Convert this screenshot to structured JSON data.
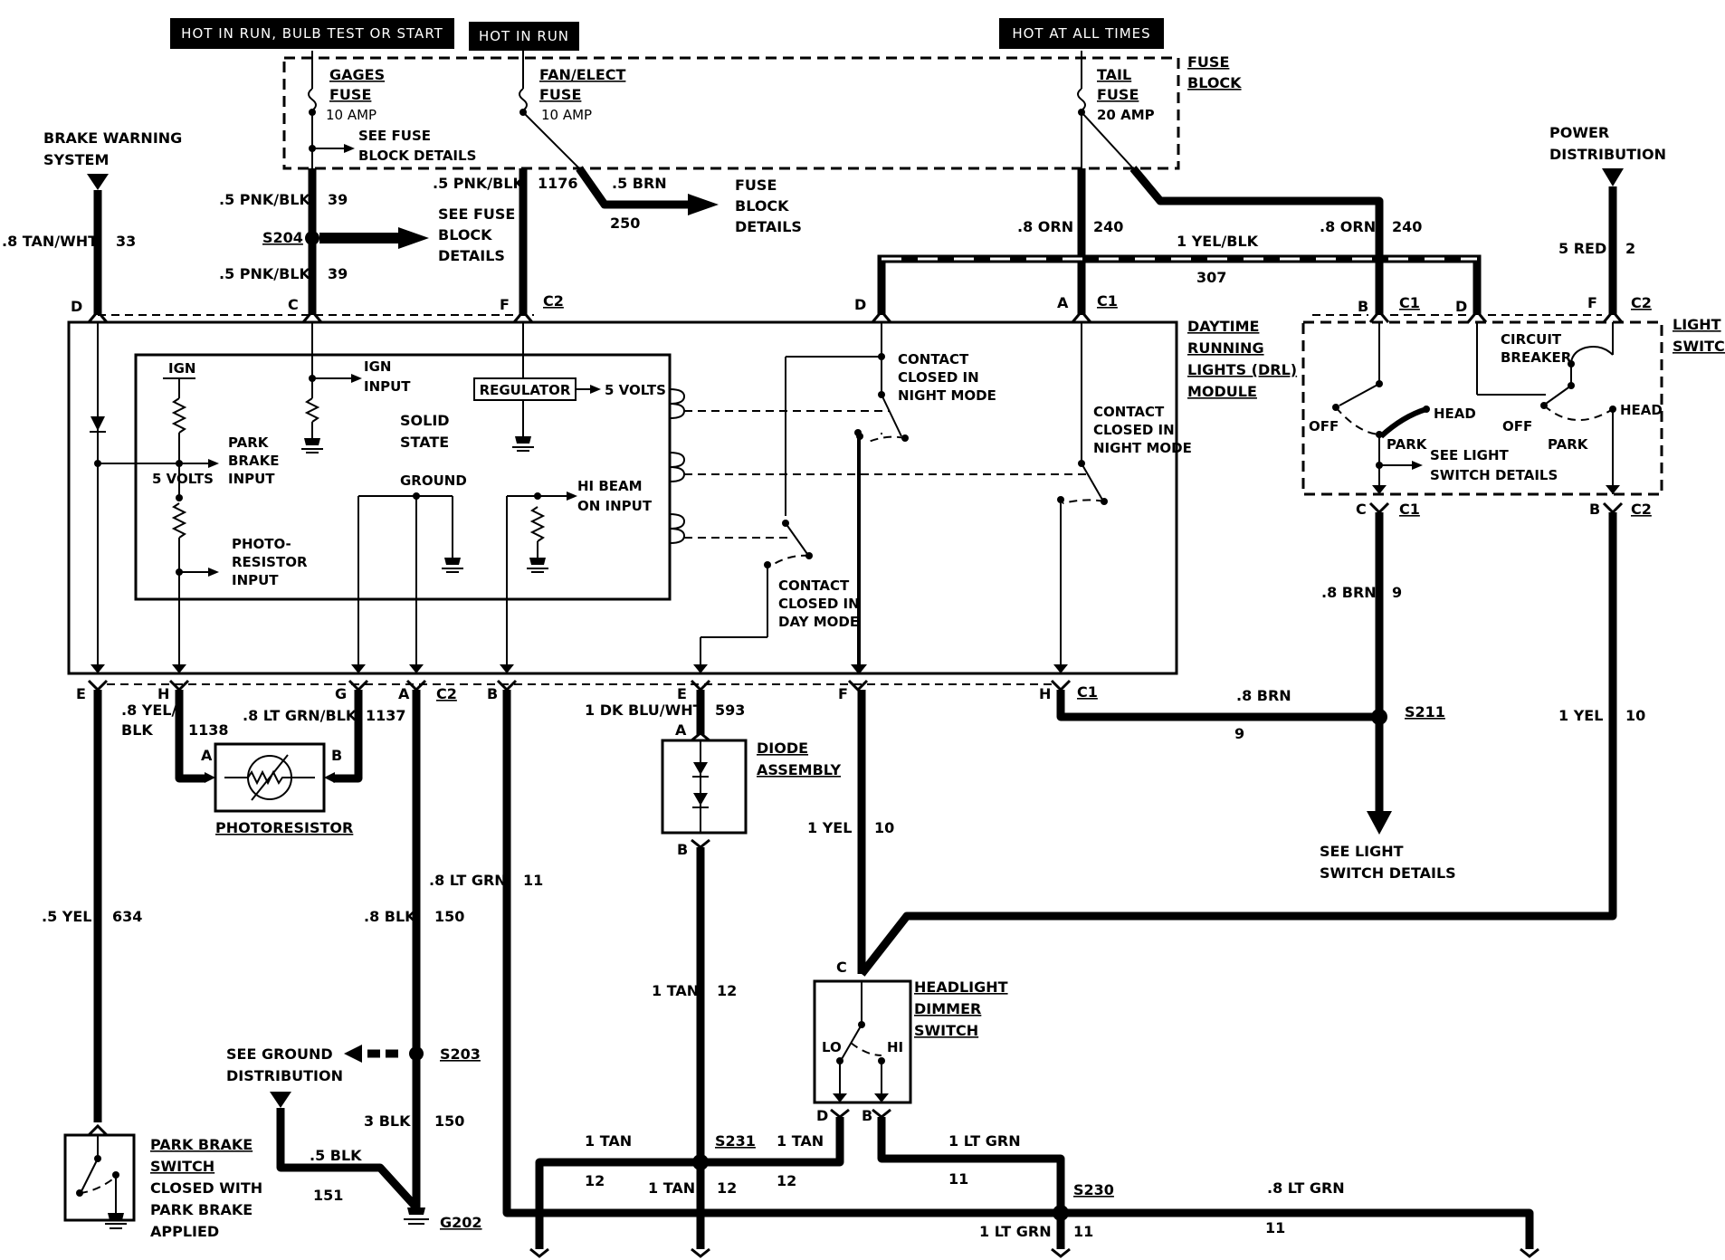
{
  "headers": {
    "hot_run_bulb_start": "HOT IN RUN, BULB TEST OR START",
    "hot_in_run": "HOT IN RUN",
    "hot_at_all_times": "HOT AT ALL TIMES"
  },
  "fuses": {
    "gages": {
      "name1": "GAGES",
      "name2": "FUSE",
      "rating": "10 AMP"
    },
    "fan_elect": {
      "name1": "FAN/ELECT",
      "name2": "FUSE",
      "rating": "10 AMP"
    },
    "tail": {
      "name1": "TAIL",
      "name2": "FUSE",
      "rating": "20 AMP"
    },
    "see_fuse_block_details_small": [
      "SEE FUSE",
      "BLOCK DETAILS"
    ],
    "fuse_block_label": [
      "FUSE",
      "BLOCK"
    ]
  },
  "wires": {
    "w33": {
      "color": ".8 TAN/WHT",
      "circuit": "33"
    },
    "w39a": {
      "color": ".5 PNK/BLK",
      "circuit": "39"
    },
    "w39b": {
      "color": ".5 PNK/BLK",
      "circuit": "39"
    },
    "w1176": {
      "color": ".5 PNK/BLK",
      "circuit": "1176"
    },
    "w250": {
      "color": ".5 BRN",
      "circuit": "250"
    },
    "w240a": {
      "color": ".8 ORN",
      "circuit": "240"
    },
    "w240b": {
      "color": ".8 ORN",
      "circuit": "240"
    },
    "w307": {
      "color": "1 YEL/BLK",
      "circuit": "307"
    },
    "w2": {
      "color": "5 RED",
      "circuit": "2"
    },
    "w1138": {
      "color1": ".8 YEL/",
      "color2": "BLK",
      "circuit": "1138"
    },
    "w1137": {
      "color": ".8 LT GRN/BLK",
      "circuit": "1137"
    },
    "w593": {
      "color": "1 DK BLU/WHT",
      "circuit": "593"
    },
    "w9a": {
      "color": ".8 BRN",
      "circuit": "9"
    },
    "w9b": {
      "color": ".8 BRN",
      "circuit": "9"
    },
    "w10a": {
      "color": "1 YEL",
      "circuit": "10"
    },
    "w10b": {
      "color": "1 YEL",
      "circuit": "10"
    },
    "w634": {
      "color": ".5 YEL",
      "circuit": "634"
    },
    "w11a": {
      "color": ".8 LT GRN",
      "circuit": "11"
    },
    "w150a": {
      "color": ".8 BLK",
      "circuit": "150"
    },
    "w150b": {
      "color": "3 BLK",
      "circuit": "150"
    },
    "w12a": {
      "color": "1 TAN",
      "circuit": "12"
    },
    "w151": {
      "color": ".5 BLK",
      "circuit": "151"
    },
    "w12b": {
      "color": "1 TAN",
      "circuit": "12"
    },
    "w12c": {
      "color": "1 TAN",
      "circuit": "12"
    },
    "w12d": {
      "color": "1 TAN",
      "circuit": "12"
    },
    "w11b": {
      "color": "1 LT GRN",
      "circuit": "11"
    },
    "w11c": {
      "color": ".8 LT GRN",
      "circuit": "11"
    },
    "w11d": {
      "color": "1 LT GRN",
      "circuit": "11"
    }
  },
  "splices": [
    "S204",
    "S211",
    "S203",
    "S231",
    "S230",
    "G202"
  ],
  "connectors": {
    "c1": "C1",
    "c2": "C2"
  },
  "pins": [
    "D",
    "C",
    "F",
    "D",
    "A",
    "B",
    "D",
    "F",
    "E",
    "H",
    "G",
    "A",
    "B",
    "E",
    "F",
    "H",
    "C",
    "B",
    "A",
    "B",
    "A",
    "B",
    "C",
    "D",
    "B"
  ],
  "texts": {
    "brake_warning": [
      "BRAKE WARNING",
      "SYSTEM"
    ],
    "see_fuse_block_details": [
      "SEE FUSE",
      "BLOCK",
      "DETAILS"
    ],
    "fuse_block_details": [
      "FUSE",
      "BLOCK",
      "DETAILS"
    ],
    "power_distribution": [
      "POWER",
      "DISTRIBUTION"
    ],
    "drl_module": [
      "DAYTIME",
      "RUNNING",
      "LIGHTS (DRL)",
      "MODULE"
    ],
    "light_switch": [
      "LIGHT",
      "SWITCH"
    ],
    "ign": "IGN",
    "ign_input": [
      "IGN",
      "INPUT"
    ],
    "regulator": "REGULATOR",
    "five_volts_out": "5 VOLTS",
    "solid_state": [
      "SOLID",
      "STATE"
    ],
    "park_brake_input": [
      "PARK",
      "BRAKE",
      "INPUT"
    ],
    "five_volts": "5 VOLTS",
    "ground": "GROUND",
    "hi_beam_input": [
      "HI BEAM",
      "ON INPUT"
    ],
    "photo_resistor_input": [
      "PHOTO-",
      "RESISTOR",
      "INPUT"
    ],
    "contact_night1": [
      "CONTACT",
      "CLOSED IN",
      "NIGHT MODE"
    ],
    "contact_night2": [
      "CONTACT",
      "CLOSED IN",
      "NIGHT MODE"
    ],
    "contact_day": [
      "CONTACT",
      "CLOSED IN",
      "DAY MODE"
    ],
    "circuit_breaker": [
      "CIRCUIT",
      "BREAKER"
    ],
    "off1": "OFF",
    "head1": "HEAD",
    "park1": "PARK",
    "off2": "OFF",
    "head2": "HEAD",
    "park2": "PARK",
    "see_light_switch_details_small": [
      "SEE LIGHT",
      "SWITCH DETAILS"
    ],
    "photoresistor": "PHOTORESISTOR",
    "diode_assembly": [
      "DIODE",
      "ASSEMBLY"
    ],
    "see_light_switch_details": [
      "SEE LIGHT",
      "SWITCH DETAILS"
    ],
    "headlight_dimmer": [
      "HEADLIGHT",
      "DIMMER",
      "SWITCH"
    ],
    "lo": "LO",
    "hi": "HI",
    "see_ground_dist": [
      "SEE GROUND",
      "DISTRIBUTION"
    ],
    "park_brake_switch": [
      "PARK BRAKE",
      "SWITCH",
      "CLOSED WITH",
      "PARK BRAKE",
      "APPLIED"
    ]
  }
}
